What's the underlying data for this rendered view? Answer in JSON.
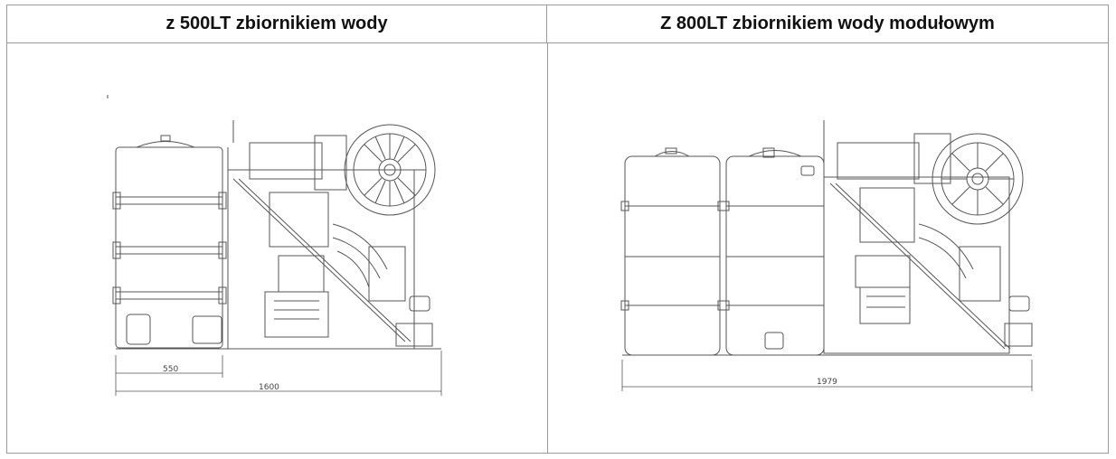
{
  "headers": {
    "left": "z 500LT zbiornikiem wody",
    "right": "Z 800LT zbiornikiem wody modułowym"
  },
  "drawings": {
    "left": {
      "dim_tank": "550",
      "dim_total": "1600"
    },
    "right": {
      "dim_total": "1979"
    }
  }
}
